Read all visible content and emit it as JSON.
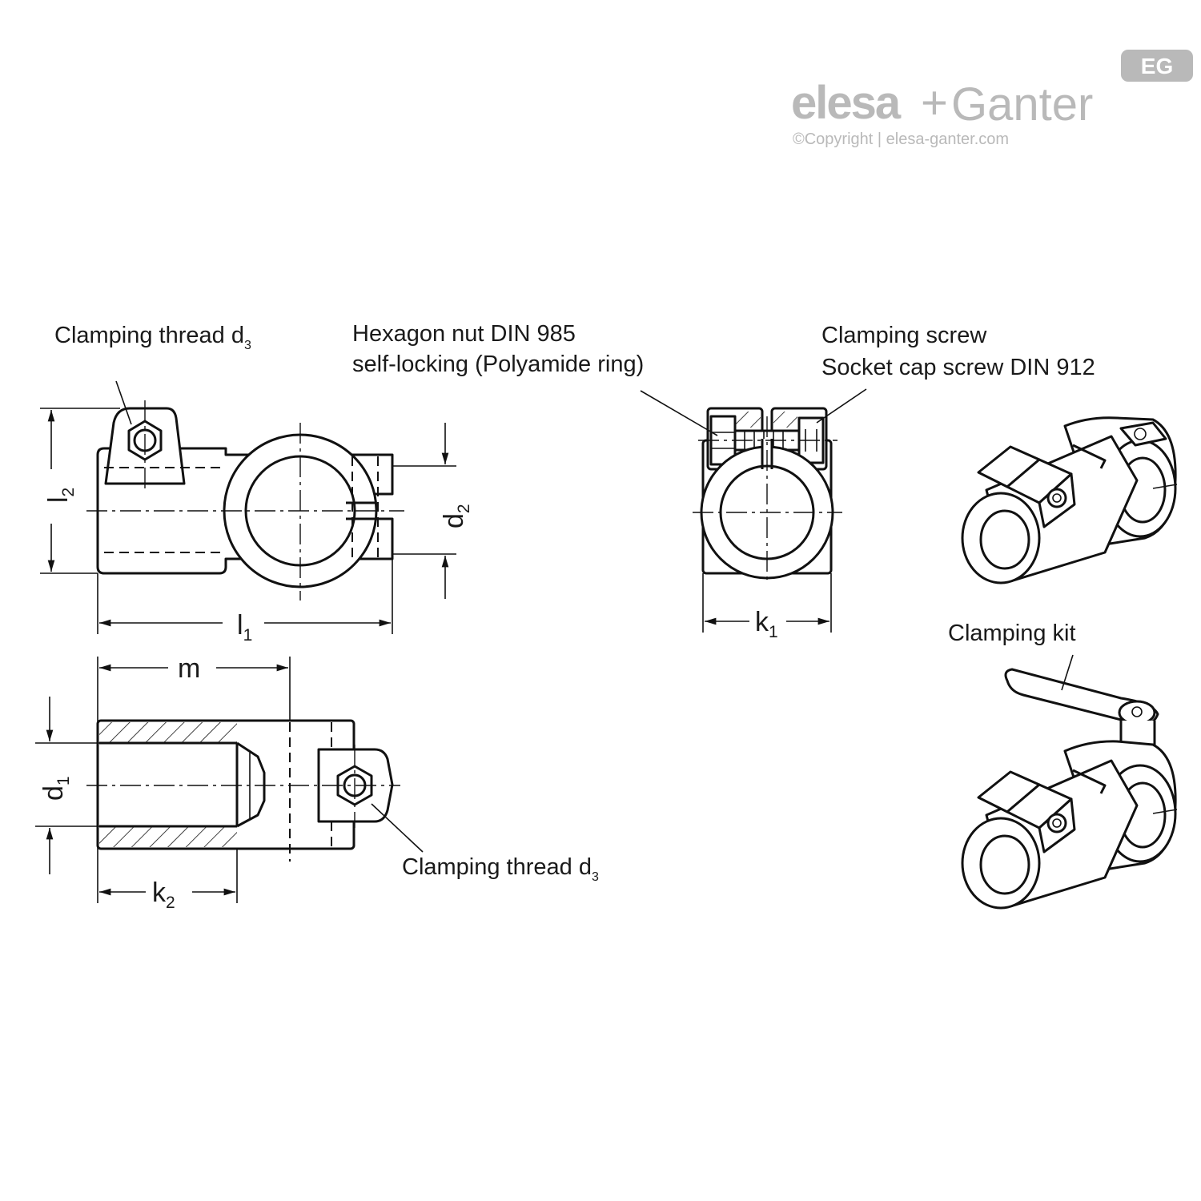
{
  "logo": {
    "brand_left": "elesa",
    "plus": "+",
    "brand_right": "Ganter",
    "copyright": "©Copyright | elesa-ganter.com",
    "badge": "EG",
    "color": "#b9b9b9"
  },
  "callouts": {
    "clamping_thread_top": {
      "text": "Clamping thread d",
      "sub": "3"
    },
    "hexagon_nut_line1": "Hexagon nut  DIN 985",
    "hexagon_nut_line2": "self-locking (Polyamide ring)",
    "clamping_screw_line1": "Clamping screw",
    "clamping_screw_line2": "Socket cap screw DIN 912",
    "clamping_thread_bottom": {
      "text": "Clamping thread d",
      "sub": "3"
    },
    "clamping_kit": "Clamping kit"
  },
  "dimensions": {
    "l1": {
      "base": "l",
      "sub": "1"
    },
    "l2": {
      "base": "l",
      "sub": "2"
    },
    "d1": {
      "base": "d",
      "sub": "1"
    },
    "d2": {
      "base": "d",
      "sub": "2"
    },
    "k1": {
      "base": "k",
      "sub": "1"
    },
    "k2": {
      "base": "k",
      "sub": "2"
    },
    "m": {
      "base": "m"
    }
  },
  "colors": {
    "line": "#111111",
    "background": "#ffffff"
  }
}
